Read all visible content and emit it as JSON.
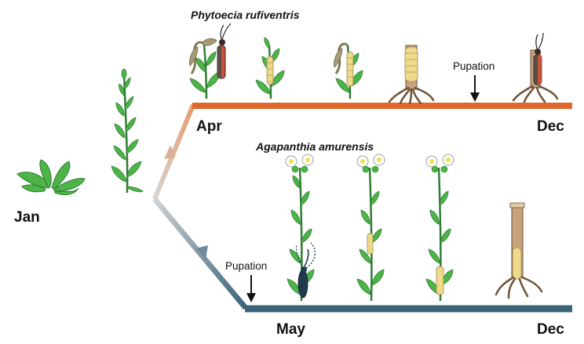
{
  "timeline": {
    "start_month": "Jan"
  },
  "branches": [
    {
      "species": "Phytoecia rufiventris",
      "start_month": "Apr",
      "end_month": "Dec",
      "event": "Pupation",
      "line_color": "#e0662a"
    },
    {
      "species": "Agapanthia amurensis",
      "start_month": "May",
      "end_month": "Dec",
      "event": "Pupation",
      "line_color": "#3b6479"
    }
  ],
  "colors": {
    "stem_gray": "#d0d0d0",
    "leaf_green": "#4db448",
    "leaf_dark": "#2e7d32",
    "larva_yellow": "#efd98a",
    "root_brown": "#c8a27c",
    "beetle_dark": "#1f3b4d",
    "beetle_red": "#c8513a"
  }
}
